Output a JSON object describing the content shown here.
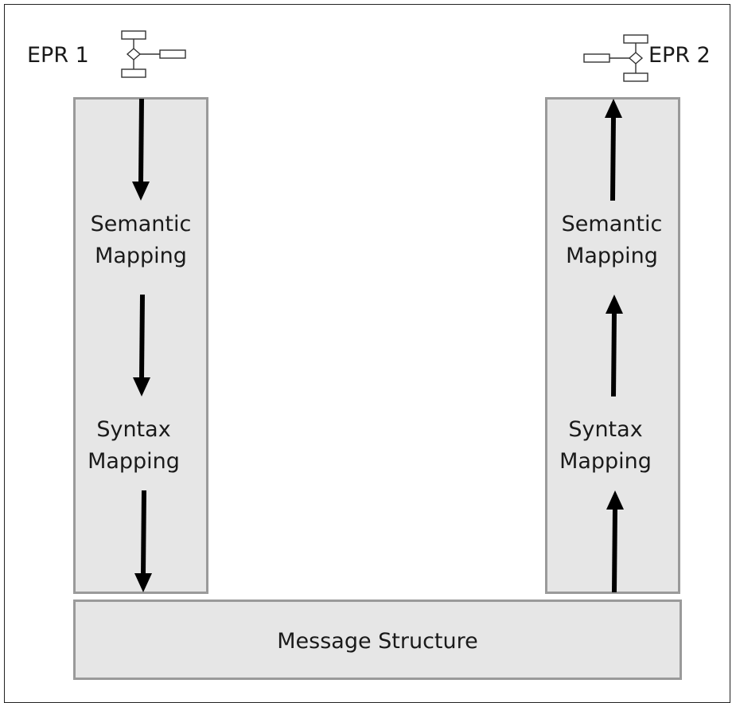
{
  "left_system": {
    "name": "EPR 1",
    "stage_upper": {
      "line1": "Semantic",
      "line2": "Mapping"
    },
    "stage_lower": {
      "line1": "Syntax",
      "line2": "Mapping"
    },
    "flow_direction": "down"
  },
  "right_system": {
    "name": "EPR 2",
    "stage_upper": {
      "line1": "Semantic",
      "line2": "Mapping"
    },
    "stage_lower": {
      "line1": "Syntax",
      "line2": "Mapping"
    },
    "flow_direction": "up"
  },
  "bottom": {
    "label": "Message Structure"
  },
  "icons": {
    "left": "record-structure-icon",
    "right": "record-structure-icon"
  },
  "colors": {
    "panel_fill": "#e6e6e6",
    "panel_border": "#9a9a9a",
    "arrow": "#000000"
  }
}
